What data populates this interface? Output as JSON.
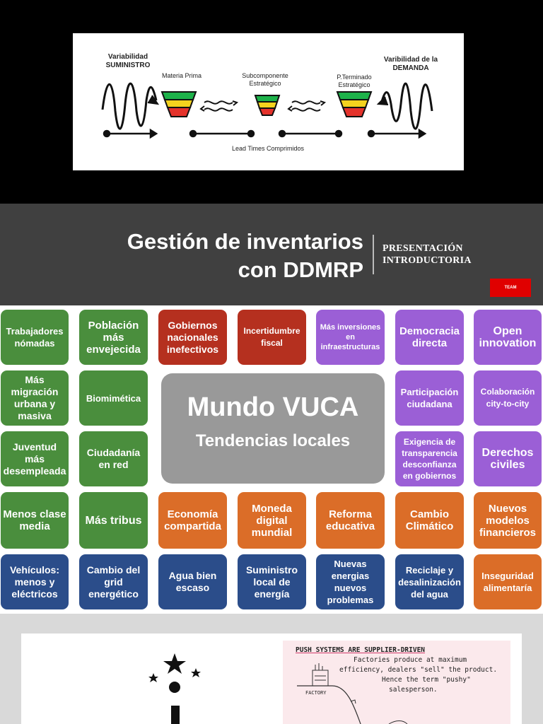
{
  "diagram": {
    "supply_label_1": "Variabilidad",
    "supply_label_2": "SUMINISTRO",
    "demand_label_1": "Varibilidad de la",
    "demand_label_2": "DEMANDA",
    "raw_material": "Materia Prima",
    "subcomponent_1": "Subcomponente",
    "subcomponent_2": "Estratégico",
    "finished_1": "P.Terminado",
    "finished_2": "Estratégico",
    "lead_times": "Lead Times Comprimidos",
    "colors": {
      "buffer_green": "#1db24a",
      "buffer_yellow": "#f4d21e",
      "buffer_red": "#e4322b"
    }
  },
  "title_slide": {
    "line1": "Gestión de inventarios",
    "line2": "con DDMRP",
    "sub1": "PRESENTACIÓN",
    "sub2": "INTRODUCTORIA",
    "badge": "TEAM",
    "colors": {
      "bg": "#404040",
      "badge": "#e00000"
    }
  },
  "vuca": {
    "title": "Mundo VUCA",
    "subtitle": "Tendencias locales",
    "tiles": {
      "t1": "Trabajadores nómadas",
      "t2": "Población más envejecida",
      "t3": "Gobiernos nacionales inefectivos",
      "t4": "Incertidumbre fiscal",
      "t5": "Más inversiones en infraestructuras",
      "t6": "Democracia directa",
      "t7": "Open innovation",
      "t8": "Más migración urbana y masiva",
      "t9": "Biomimética",
      "t10": "Participación ciudadana",
      "t11": "Colaboración city-to-city",
      "t12": "Juventud más desempleada",
      "t13": "Ciudadanía en red",
      "t14": "Exigencia de transparencia desconfianza en gobiernos",
      "t15": "Derechos civiles",
      "t16": "Menos clase media",
      "t17": "Más tribus",
      "t18": "Economía compartida",
      "t19": "Moneda digital mundial",
      "t20": "Reforma educativa",
      "t21": "Cambio Climático",
      "t22": "Nuevos modelos financieros",
      "t23": "Vehículos: menos y eléctricos",
      "t24": "Cambio del grid energético",
      "t25": "Agua bien escaso",
      "t26": "Suministro local de energía",
      "t27": "Nuevas energias nuevos problemas",
      "t28": "Reciclaje y desalinización del agua",
      "t29": "Inseguridad alimentaría"
    },
    "colors": {
      "green": "#4a8e3d",
      "red": "#b5301f",
      "purple": "#9b5fd6",
      "orange": "#db6d28",
      "blue": "#2b4d8a",
      "center": "#999999"
    }
  },
  "push_slide": {
    "heading": "PUSH SYSTEMS ARE SUPPLIER-DRIVEN",
    "line1": "Factories produce at maximum",
    "line2": "efficiency, dealers \"sell\" the product.",
    "line3": "Hence the term \"pushy\"",
    "line4": "salesperson.",
    "factory_label": "FACTORY"
  }
}
